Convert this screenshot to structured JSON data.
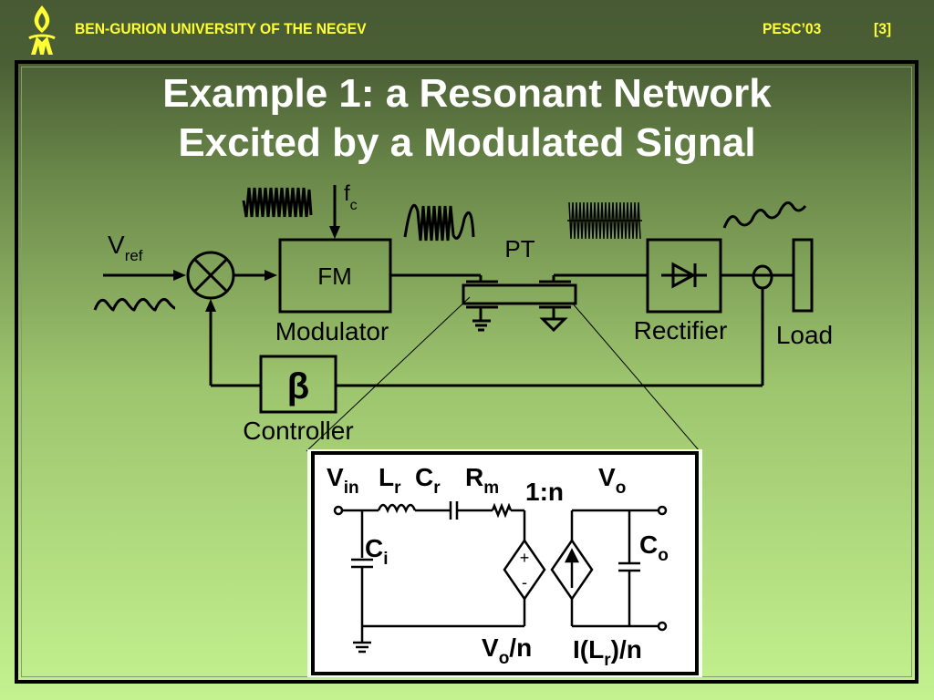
{
  "header": {
    "university": "BEN-GURION UNIVERSITY OF THE NEGEV",
    "conference": "PESC’03",
    "slide_number": "[3]",
    "logo_icon": "bgu-logo-icon"
  },
  "title": {
    "line1": "Example 1: a Resonant Network",
    "line2": "Excited by a Modulated Signal"
  },
  "colors": {
    "header_text": "#ffff33",
    "title_text": "#ffffff",
    "background_top": "#475a33",
    "background_bottom": "#c4f28f",
    "line": "#000000"
  },
  "block_diagram": {
    "vref": {
      "main": "V",
      "sub": "ref"
    },
    "fc": {
      "main": "f",
      "sub": "c"
    },
    "modulator_box": "FM",
    "modulator_label": "Modulator",
    "pt_label": "PT",
    "rectifier_label": "Rectifier",
    "load_label": "Load",
    "controller_box": "β",
    "controller_label": "Controller"
  },
  "equivalent_circuit": {
    "vin": {
      "main": "V",
      "sub": "in"
    },
    "lr": {
      "main": "L",
      "sub": "r"
    },
    "cr": {
      "main": "C",
      "sub": "r"
    },
    "rm": {
      "main": "R",
      "sub": "m"
    },
    "ratio": "1:n",
    "vo": {
      "main": "V",
      "sub": "o"
    },
    "ci": {
      "main": "C",
      "sub": "i"
    },
    "co": {
      "main": "C",
      "sub": "o"
    },
    "plus": "+",
    "minus": "-",
    "vsrc": {
      "main": "V",
      "sub": "o",
      "rest": "/n"
    },
    "isrc": {
      "pre": "I(L",
      "sub": "r",
      "rest": ")/n"
    }
  }
}
